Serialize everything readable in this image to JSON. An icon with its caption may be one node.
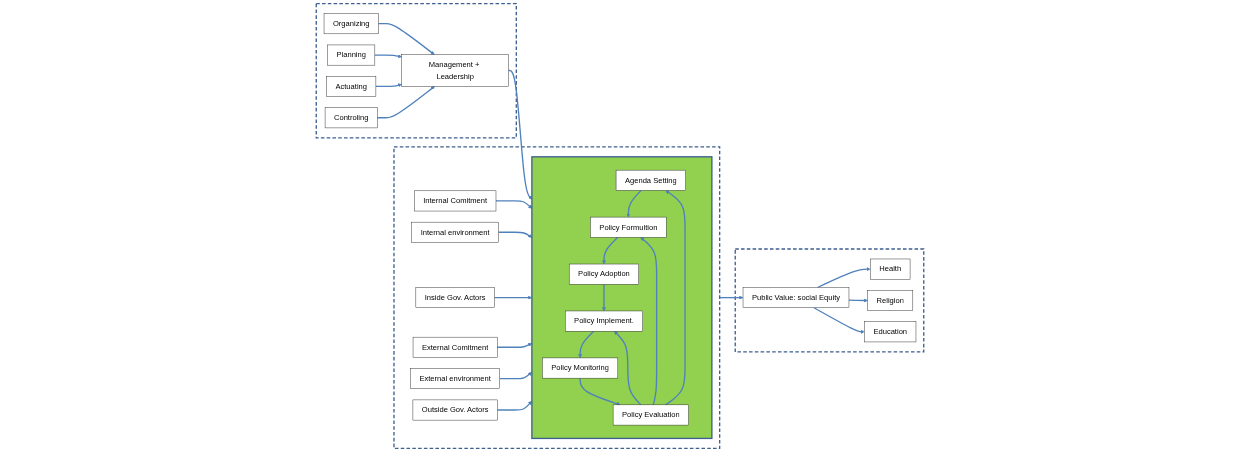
{
  "diagram": {
    "nodes": [
      {
        "text": [],
        "shape": "box"
      },
      {
        "text": [
          "Organizing"
        ],
        "in": 0
      },
      {
        "text": [
          "Planning"
        ],
        "in": 0
      },
      {
        "text": [
          "Management + Leadership"
        ],
        "in": 0
      },
      {
        "text": [
          "Actuating"
        ],
        "in": 0
      },
      {
        "text": [
          "Controling"
        ],
        "in": 0
      },
      {
        "text": [],
        "shape": "box"
      },
      {
        "text": [
          "Internal Comitment"
        ],
        "in": 6
      },
      {
        "text": [
          "Internal environment"
        ],
        "in": 6
      },
      {
        "text": [
          "Inside Gov. Actors"
        ],
        "in": 6
      },
      {
        "text": [],
        "shape": "box",
        "in": 6
      },
      {
        "text": [
          "Agenda Setting"
        ],
        "in": 10
      },
      {
        "text": [
          "Policy Formultion"
        ],
        "in": 10
      },
      {
        "text": [
          "Policy Evaluation"
        ],
        "in": 10
      },
      {
        "text": [
          "Policy Adoption"
        ],
        "in": 10
      },
      {
        "text": [
          "Policy Implement."
        ],
        "in": 10
      },
      {
        "text": [
          "Policy Monitoring"
        ],
        "in": 10
      },
      {
        "text": [
          "External Comitment"
        ],
        "in": 6
      },
      {
        "text": [
          "External environment"
        ],
        "in": 6
      },
      {
        "text": [
          "Outside Gov. Actors"
        ],
        "in": 6
      },
      {
        "text": [],
        "shape": "box"
      },
      {
        "text": [
          "Health"
        ],
        "in": 20
      },
      {
        "text": [
          "Public Value: social Equity"
        ],
        "in": 20
      },
      {
        "text": [
          "Religion"
        ],
        "in": 20
      },
      {
        "text": [
          "Education"
        ],
        "in": 20
      }
    ],
    "edges": [
      {
        "from": 1,
        "to": 3,
        "arrow": "to"
      },
      {
        "from": 2,
        "to": 3,
        "arrow": "to"
      },
      {
        "from": 4,
        "to": 3,
        "arrow": "to"
      },
      {
        "from": 5,
        "to": 3,
        "arrow": "to"
      },
      {
        "from": 3,
        "to": 10,
        "arrow": "to"
      },
      {
        "from": 7,
        "to": 10,
        "arrow": "to"
      },
      {
        "from": 8,
        "to": 10,
        "arrow": "to"
      },
      {
        "from": 9,
        "to": 10,
        "arrow": "to"
      },
      {
        "from": 11,
        "to": 12,
        "arrow": "to"
      },
      {
        "from": 13,
        "to": 11,
        "arrow": "to"
      },
      {
        "from": 13,
        "to": 12,
        "arrow": "to"
      },
      {
        "from": 13,
        "to": 15,
        "arrow": "to"
      },
      {
        "from": 12,
        "to": 14,
        "arrow": "to"
      },
      {
        "from": 14,
        "to": 15,
        "arrow": "to"
      },
      {
        "from": 15,
        "to": 16,
        "arrow": "to"
      },
      {
        "from": 16,
        "to": 13,
        "arrow": "to"
      },
      {
        "from": 17,
        "to": 10,
        "arrow": "to"
      },
      {
        "from": 18,
        "to": 10,
        "arrow": "to"
      },
      {
        "from": 19,
        "to": 10,
        "arrow": "to"
      },
      {
        "from": 6,
        "to": 22,
        "arrow": "to"
      },
      {
        "from": 22,
        "to": 21,
        "arrow": "to"
      },
      {
        "from": 22,
        "to": 23,
        "arrow": "to"
      },
      {
        "from": 22,
        "to": 24,
        "arrow": "to"
      }
    ]
  }
}
